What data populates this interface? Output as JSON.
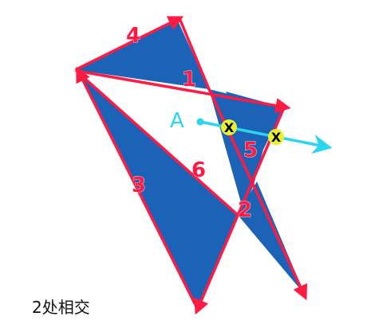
{
  "colors": {
    "fill": "#1c63b8",
    "edge": "#ff1a44",
    "ray": "#29d6ee",
    "marker": "#e8f032",
    "marker_text": "#000000",
    "caption": "#111111"
  },
  "edge_labels": [
    "1",
    "2",
    "3",
    "4",
    "5",
    "6"
  ],
  "point": {
    "label": "A"
  },
  "intersection_marks": [
    "X",
    "X"
  ],
  "caption": "2处相交"
}
